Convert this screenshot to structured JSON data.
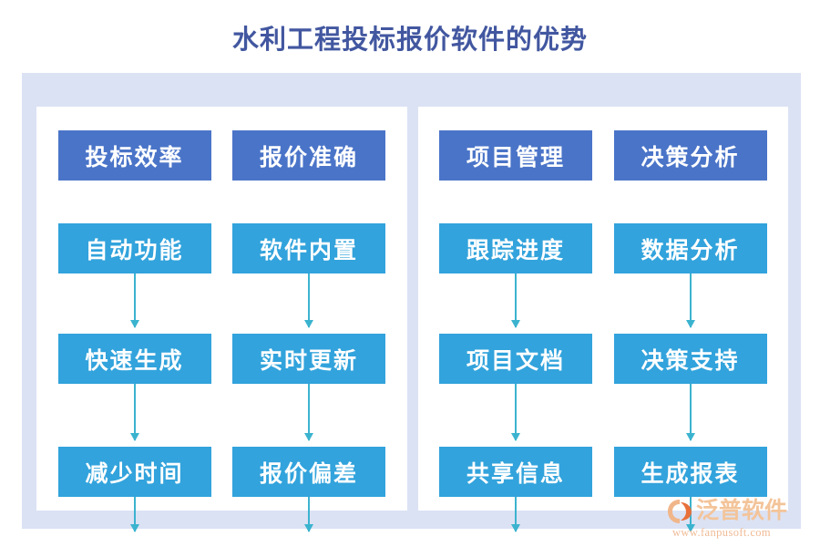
{
  "title": "水利工程投标报价软件的优势",
  "theme": {
    "title_color": "#4257a0",
    "frame_color": "#dbe2f4",
    "panel_color": "#ffffff",
    "header_box_color": "#4a74c8",
    "node_box_color": "#32a3dc",
    "arrow_color": "#3bb3cf"
  },
  "panels": [
    {
      "columns": [
        {
          "nodes": [
            "投标效率",
            "自动功能",
            "快速生成",
            "减少时间"
          ]
        },
        {
          "nodes": [
            "报价准确",
            "软件内置",
            "实时更新",
            "报价偏差"
          ]
        }
      ]
    },
    {
      "columns": [
        {
          "nodes": [
            "项目管理",
            "跟踪进度",
            "项目文档",
            "共享信息"
          ]
        },
        {
          "nodes": [
            "决策分析",
            "数据分析",
            "决策支持",
            "生成报表"
          ]
        }
      ]
    }
  ],
  "watermark": {
    "brand": "泛普软件",
    "url": "www.fanpusoft.com",
    "logo_icon": "fanpu-swoosh-logo-icon"
  }
}
